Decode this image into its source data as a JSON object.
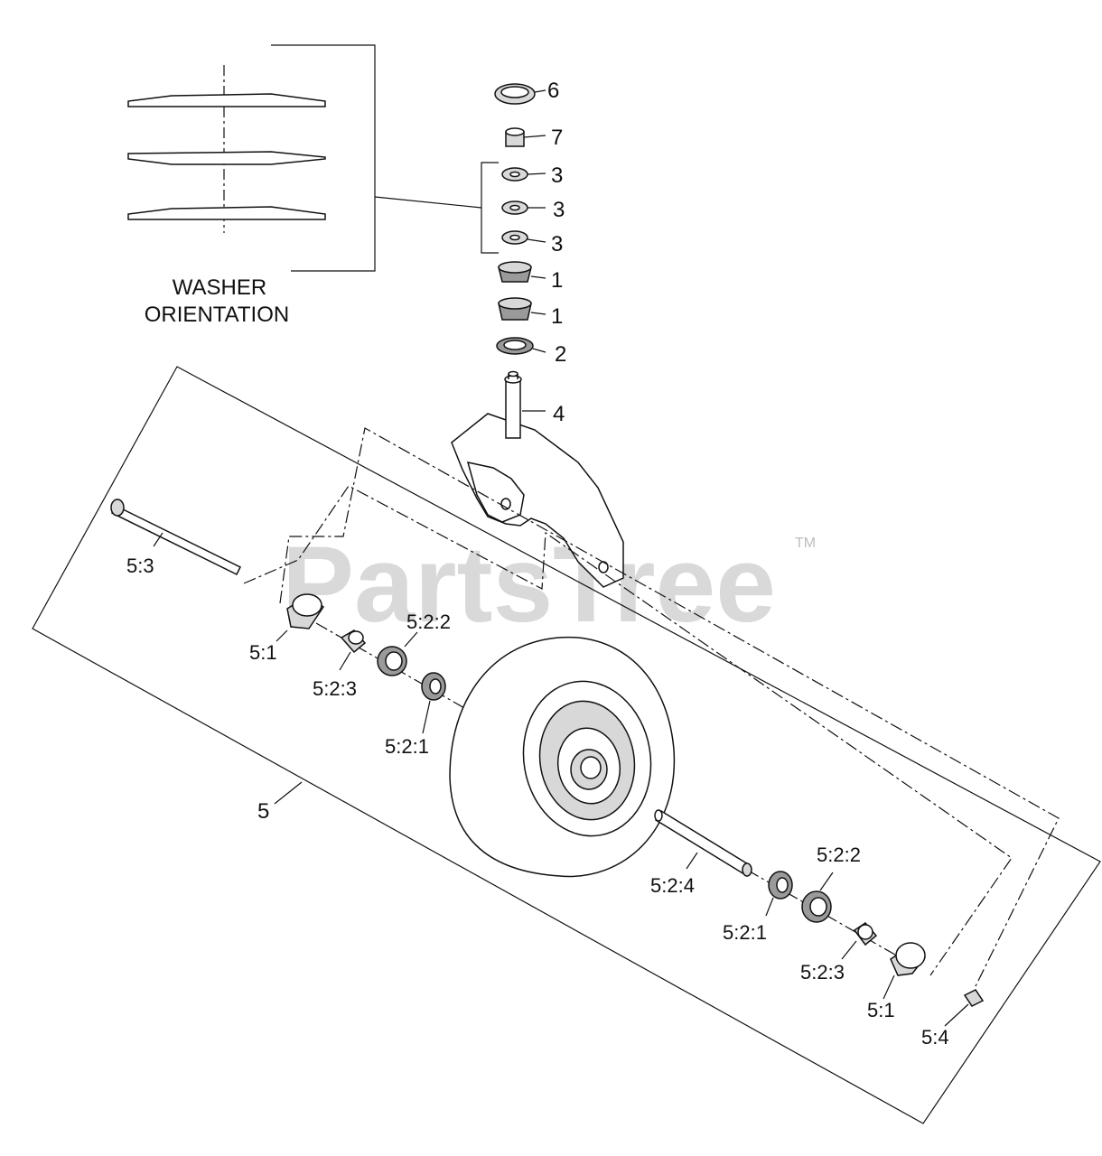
{
  "watermark": {
    "text": "PartsTree",
    "trademark": "TM"
  },
  "inset": {
    "title_line1": "WASHER",
    "title_line2": "ORIENTATION"
  },
  "callouts": {
    "p6": "6",
    "p7": "7",
    "p3a": "3",
    "p3b": "3",
    "p3c": "3",
    "p1a": "1",
    "p1b": "1",
    "p2": "2",
    "p4": "4",
    "p5": "5",
    "p5_3": "5:3",
    "p5_1_left": "5:1",
    "p5_2_3_left": "5:2:3",
    "p5_2_2_left": "5:2:2",
    "p5_2_1_left": "5:2:1",
    "p5_2_4": "5:2:4",
    "p5_2_2_right": "5:2:2",
    "p5_2_1_right": "5:2:1",
    "p5_2_3_right": "5:2:3",
    "p5_1_right": "5:1",
    "p5_4": "5:4"
  },
  "colors": {
    "line": "#111111",
    "watermark": "#d9d9d9",
    "background": "#ffffff"
  }
}
